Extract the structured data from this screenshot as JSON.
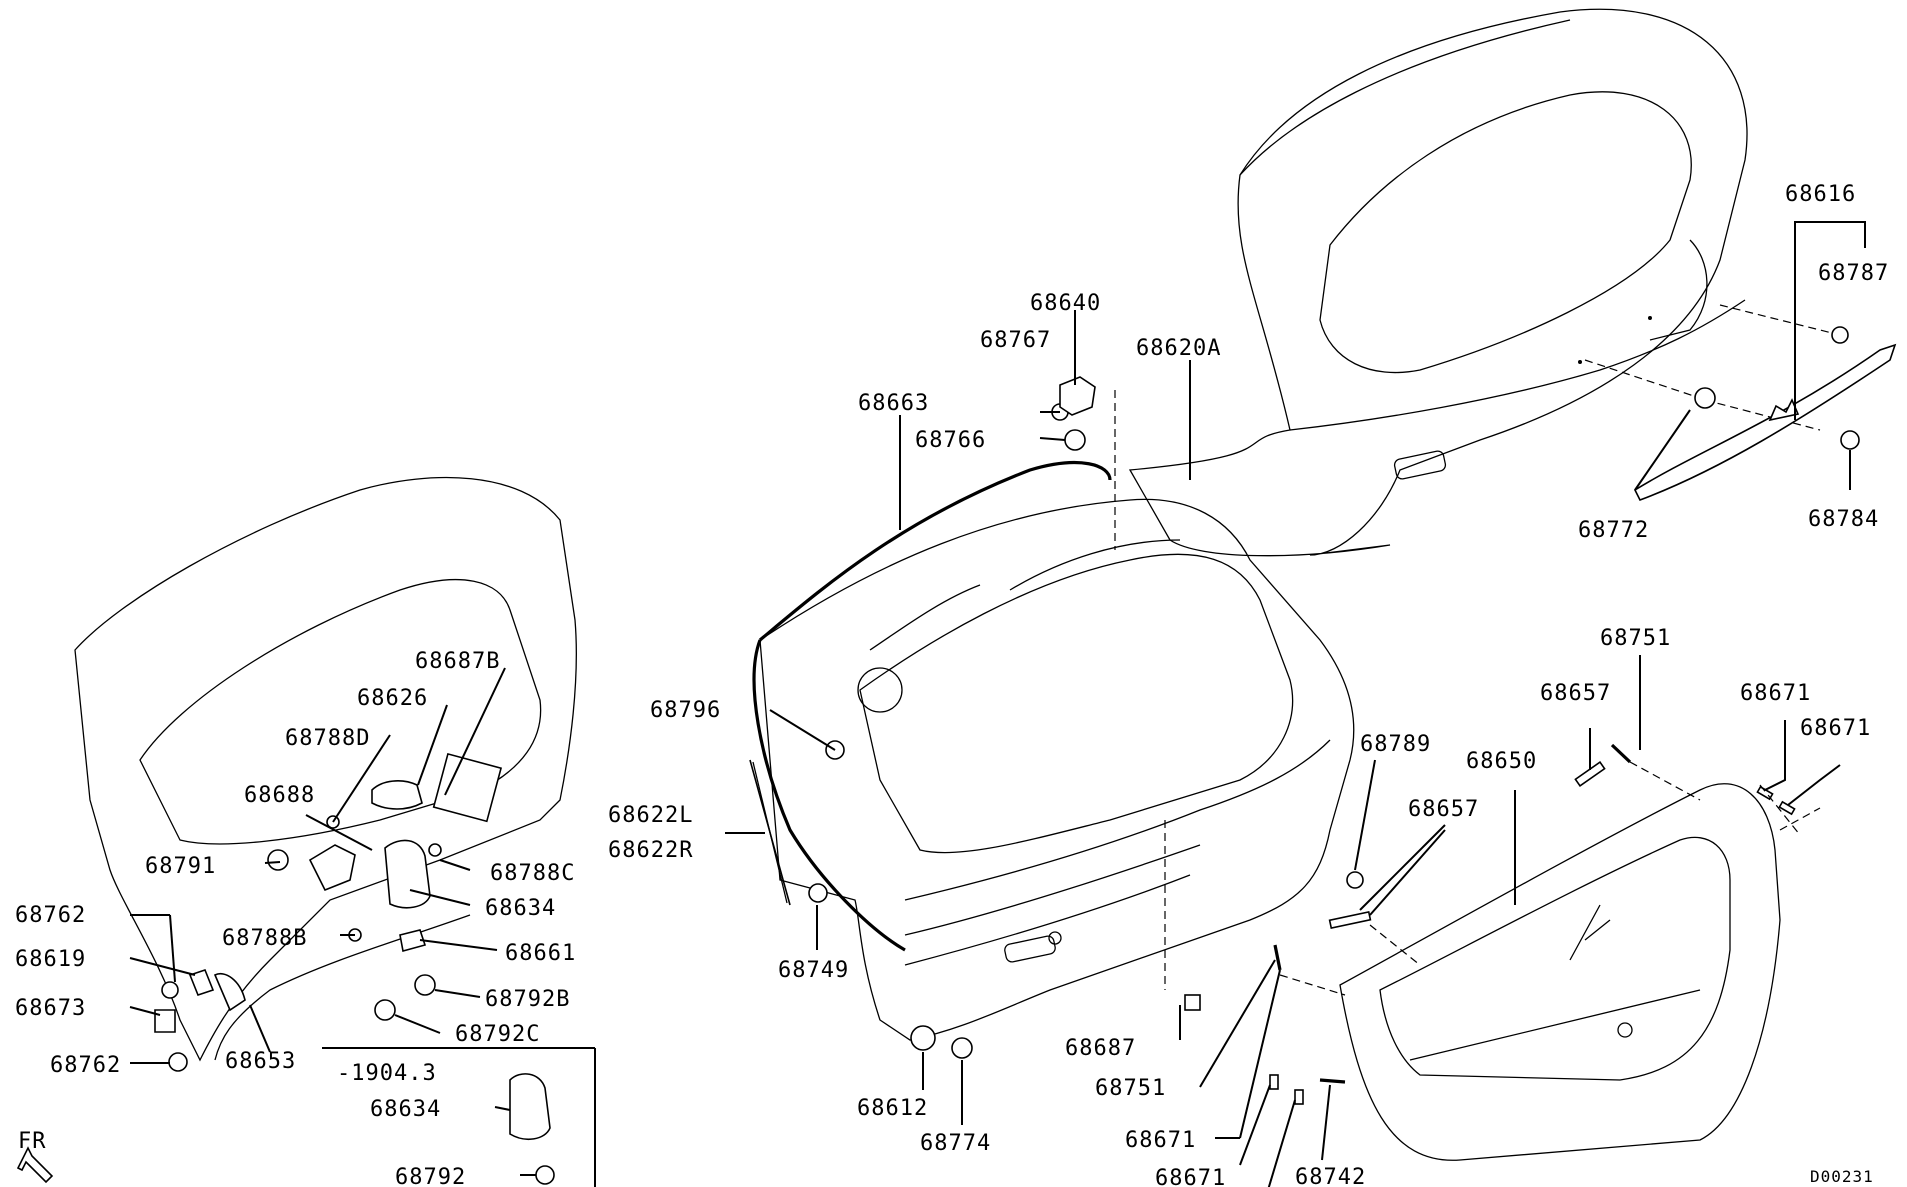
{
  "labels": {
    "p68616": "68616",
    "p68787": "68787",
    "p68640": "68640",
    "p68767": "68767",
    "p68620A": "68620A",
    "p68663": "68663",
    "p68766": "68766",
    "p68772": "68772",
    "p68784": "68784",
    "p68687B": "68687B",
    "p68626": "68626",
    "p68788D": "68788D",
    "p68688": "68688",
    "p68791": "68791",
    "p68788C": "68788C",
    "p68634a": "68634",
    "p68762a": "68762",
    "p68788B": "68788B",
    "p68661": "68661",
    "p68619": "68619",
    "p68792B": "68792B",
    "p68673": "68673",
    "p68792C": "68792C",
    "p68762b": "68762",
    "p68653": "68653",
    "range": "-1904.3",
    "p68634b": "68634",
    "p68792": "68792",
    "fr": "FR",
    "p68796": "68796",
    "p68622L": "68622L",
    "p68622R": "68622R",
    "p68749": "68749",
    "p68612": "68612",
    "p68774": "68774",
    "p68789": "68789",
    "p68657a": "68657",
    "p68657b": "68657",
    "p68650": "68650",
    "p68751a": "68751",
    "p68751b": "68751",
    "p68671a": "68671",
    "p68671b": "68671",
    "p68671c": "68671",
    "p68671d": "68671",
    "p68687": "68687",
    "p68742": "68742",
    "diagram_code": "D00231"
  }
}
